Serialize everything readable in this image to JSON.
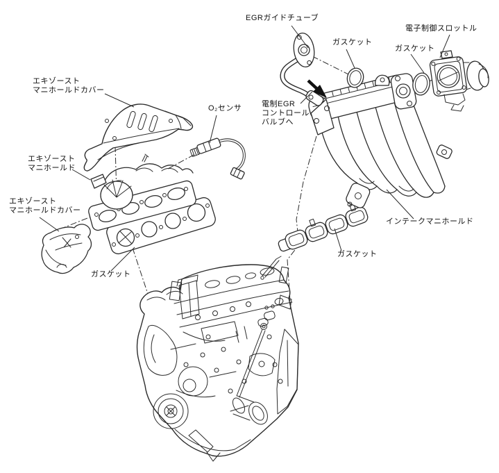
{
  "colors": {
    "bg": "#ffffff",
    "line": "#2b2b2b",
    "text": "#111111",
    "arrow": "#111111"
  },
  "diagram_type": "engine exploded parts diagram",
  "labels": {
    "egr_guide_tube": "EGRガイドチューブ",
    "gasket_top_left": "ガスケット",
    "gasket_top_right": "ガスケット",
    "electronic_throttle": "電子制御スロットル",
    "exhaust_manifold_cover_top": "エキゾースト\nマニホールドカバー",
    "o2_sensor": "O₂センサ",
    "egr_control_valve": "電制EGR\nコントロール\nバルブへ",
    "exhaust_manifold": "エキゾースト\nマニホールド",
    "exhaust_manifold_cover_bottom": "エキゾースト\nマニホールドカバー",
    "gasket_exhaust": "ガスケット",
    "intake_manifold": "インテークマニホールド",
    "gasket_intake": "ガスケット"
  }
}
